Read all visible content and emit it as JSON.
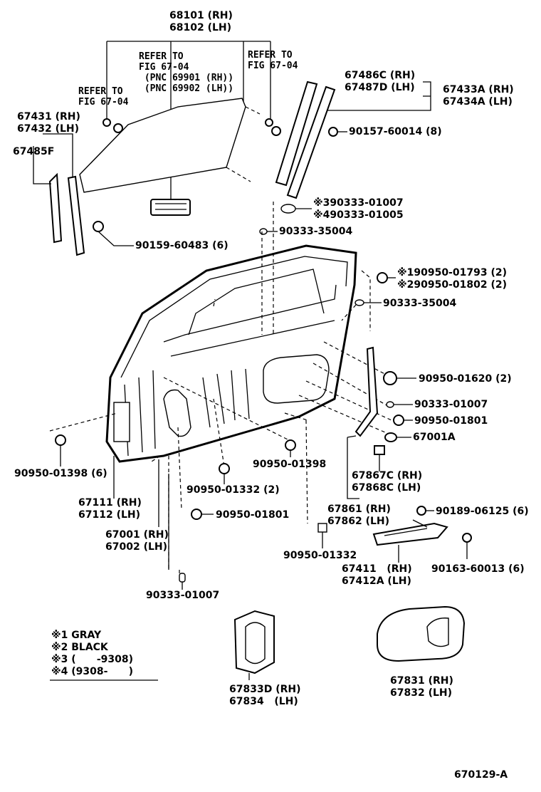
{
  "labels": {
    "glass": [
      "68101 (RH)",
      "68102 (LH)"
    ],
    "refer_center": [
      "REFER TO",
      "FIG 67-04",
      " (PNC 69901 (RH))",
      " (PNC 69902 (LH))"
    ],
    "refer_right": [
      "REFER TO",
      "FIG 67-04"
    ],
    "refer_left": [
      "REFER TO",
      "FIG 67-04"
    ],
    "run_front": [
      "67431 (RH)",
      "67432 (LH)"
    ],
    "run_front_f": "67485F",
    "run_rear": [
      "67486C (RH)",
      "67487D (LH)"
    ],
    "run_rear_assy": [
      "67433A (RH)",
      "67434A (LH)"
    ],
    "bolt_90157": "90157-60014 (8)",
    "plug_note": [
      "※390333-01007",
      "※490333-01005"
    ],
    "plug_35004_a": "90333-35004",
    "plug_90159": "90159-60483 (6)",
    "plug_190950": [
      "※190950-01793 (2)",
      "※290950-01802 (2)"
    ],
    "plug_35004_b": "90333-35004",
    "plug_01620": "90950-01620 (2)",
    "plug_01007_r": "90333-01007",
    "plug_01801_r": "90950-01801",
    "hinge_67001A": "67001A",
    "check": [
      "67867C (RH)",
      "67868C (LH)"
    ],
    "weather": [
      "67861 (RH)",
      "67862 (LH)"
    ],
    "plug_01398_l": "90950-01398 (6)",
    "plug_01398_c": "90950-01398",
    "plug_01332_2": "90950-01332 (2)",
    "plug_01801_c": "90950-01801",
    "plug_01332": "90950-01332",
    "panel": [
      "67111 (RH)",
      "67112 (LH)"
    ],
    "door": [
      "67001 (RH)",
      "67002 (LH)"
    ],
    "plug_01007_b": "90333-01007",
    "screw_06125": "90189-06125 (6)",
    "screw_60013": "90163-60013 (6)",
    "hinge_strip": [
      "67411   (RH)",
      "67412A (LH)"
    ],
    "legend": [
      "※1 GRAY",
      "※2 BLACK",
      "※3 (      -9308)",
      "※4 (9308-      )"
    ],
    "bezel": [
      "67833D (RH)",
      "67834   (LH)"
    ],
    "cover": [
      "67831 (RH)",
      "67832 (LH)"
    ],
    "fig_id": "670129-A"
  }
}
